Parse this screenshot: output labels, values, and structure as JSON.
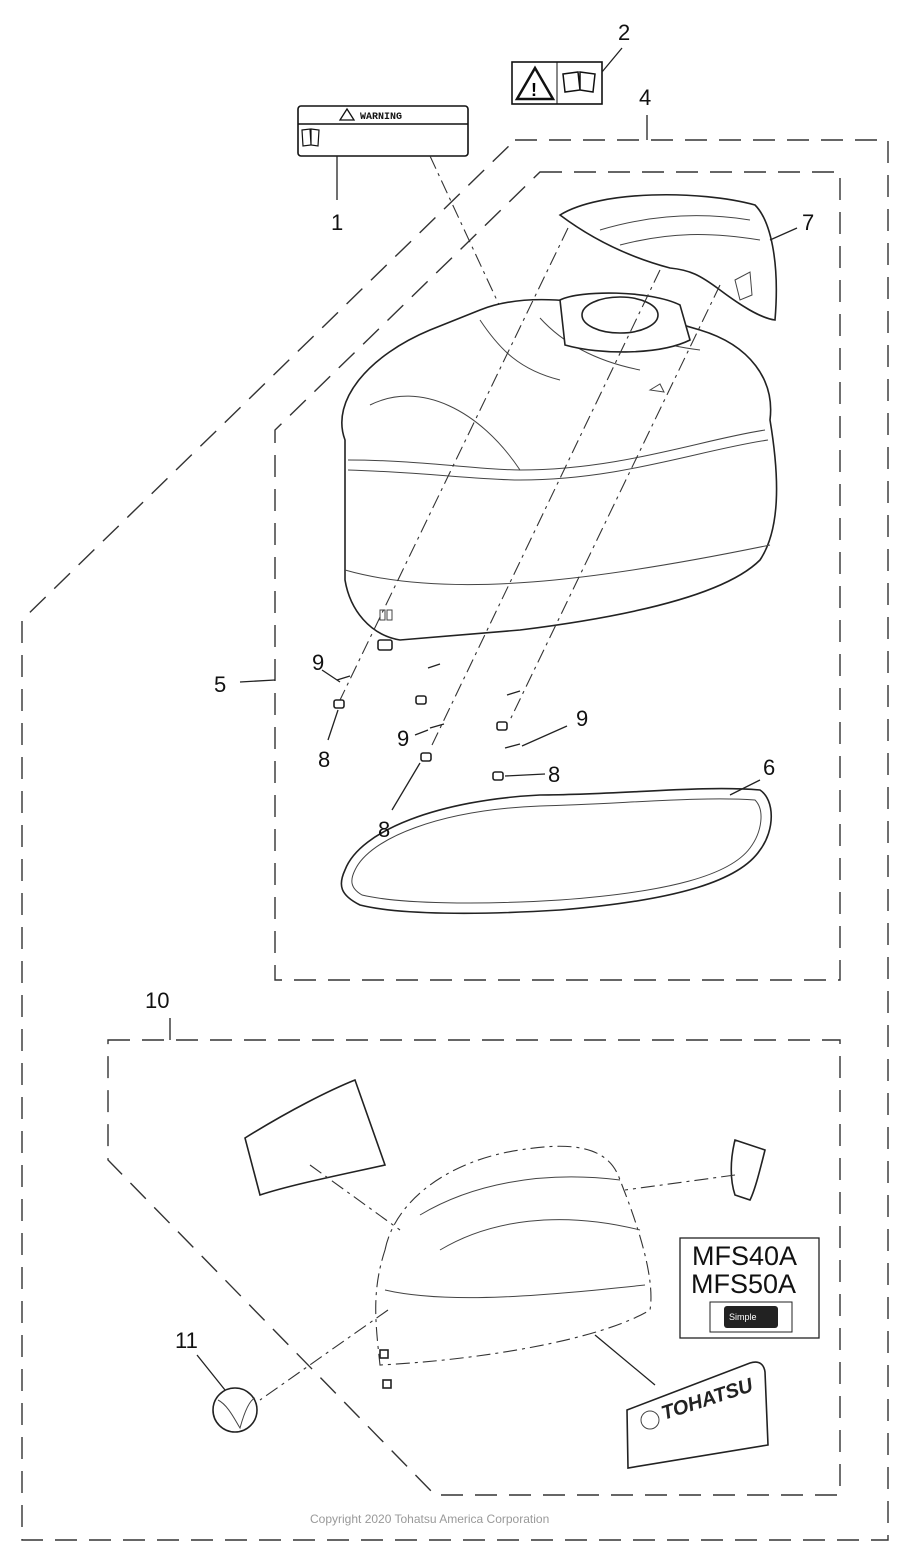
{
  "diagram": {
    "callouts": {
      "c1": "1",
      "c2": "2",
      "c4": "4",
      "c5": "5",
      "c6": "6",
      "c7": "7",
      "c8a": "8",
      "c8b": "8",
      "c8c": "8",
      "c9a": "9",
      "c9b": "9",
      "c9c": "9",
      "c10": "10",
      "c11": "11"
    },
    "warning_label": {
      "title": "WARNING"
    },
    "model_box": {
      "line1": "MFS40A",
      "line2": "MFS50A",
      "badge": "Simple"
    },
    "decal_brand": "TOHATSU",
    "copyright": "Copyright 2020 Tohatsu America Corporation"
  }
}
